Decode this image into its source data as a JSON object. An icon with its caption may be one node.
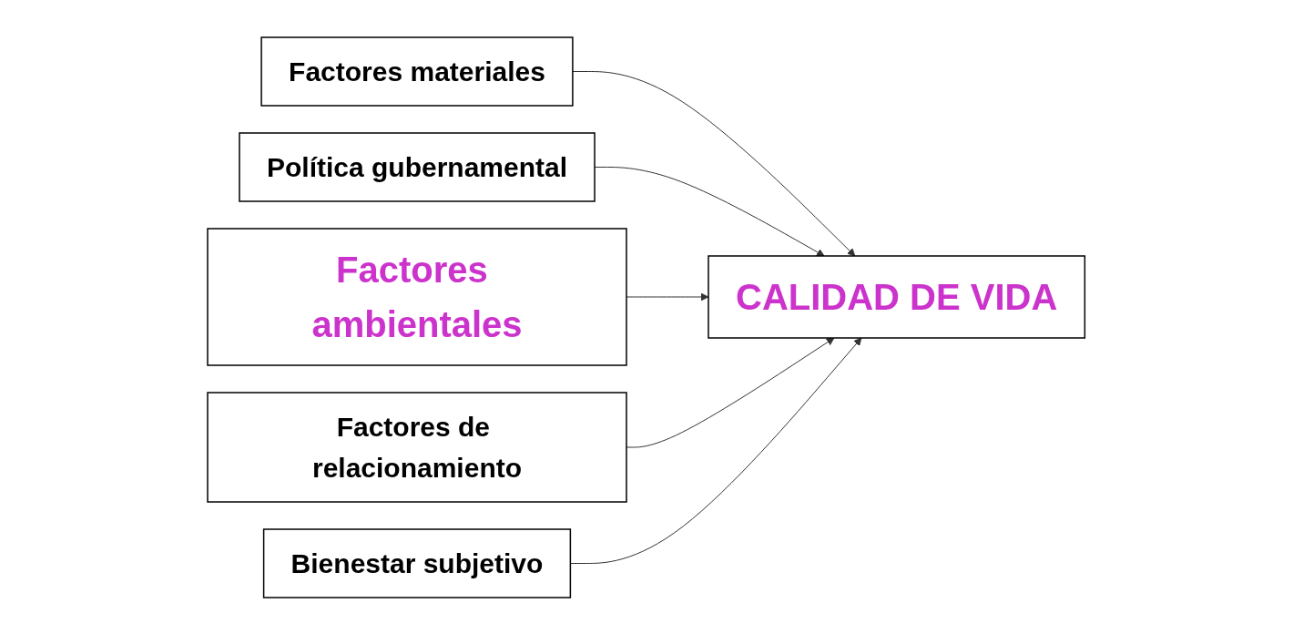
{
  "diagram": {
    "nodes": [
      {
        "text": [
          "Factores materiales"
        ]
      },
      {
        "text": [
          "CALIDAD DE VIDA"
        ]
      },
      {
        "text": [
          "Factores ambientales"
        ]
      },
      {
        "text": [
          "Política gubernamental"
        ]
      },
      {
        "text": [
          "Factores de relacionamiento"
        ]
      },
      {
        "text": [
          "Bienestar subjetivo"
        ]
      }
    ],
    "edges": [
      {
        "from": 0,
        "to": 1,
        "arrow": "to"
      },
      {
        "from": 3,
        "to": 1,
        "arrow": "to"
      },
      {
        "from": 2,
        "to": 1,
        "arrow": "to"
      },
      {
        "from": 4,
        "to": 1,
        "arrow": "to"
      },
      {
        "from": 5,
        "to": 1,
        "arrow": "to"
      }
    ]
  }
}
